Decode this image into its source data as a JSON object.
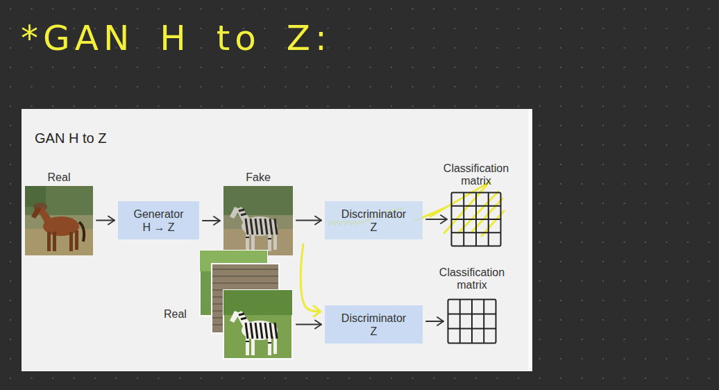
{
  "diagram": {
    "title": "GAN H to Z",
    "nodes": [
      {
        "text": [
          "Real"
        ]
      },
      {
        "text": [
          "Generator",
          "H → Z"
        ]
      },
      {
        "text": [
          "Fake"
        ]
      },
      {
        "text": [
          "Discriminator",
          "Z"
        ]
      },
      {
        "text": [
          "Classification matrix"
        ]
      },
      {
        "text": [
          "Real"
        ]
      },
      {
        "text": [
          "Discriminator",
          "Z"
        ]
      },
      {
        "text": [
          "Classification matrix"
        ]
      }
    ],
    "edges": [
      {
        "from": 0,
        "to": 1,
        "arrow": "to"
      },
      {
        "from": 1,
        "to": 2,
        "arrow": "to"
      },
      {
        "from": 2,
        "to": 3,
        "arrow": "to"
      },
      {
        "from": 3,
        "to": 4,
        "arrow": "to"
      },
      {
        "from": 5,
        "to": 6,
        "arrow": "to"
      },
      {
        "from": 6,
        "to": 7,
        "arrow": "to"
      }
    ],
    "labels": [
      "*GAN H to Z:"
    ]
  }
}
